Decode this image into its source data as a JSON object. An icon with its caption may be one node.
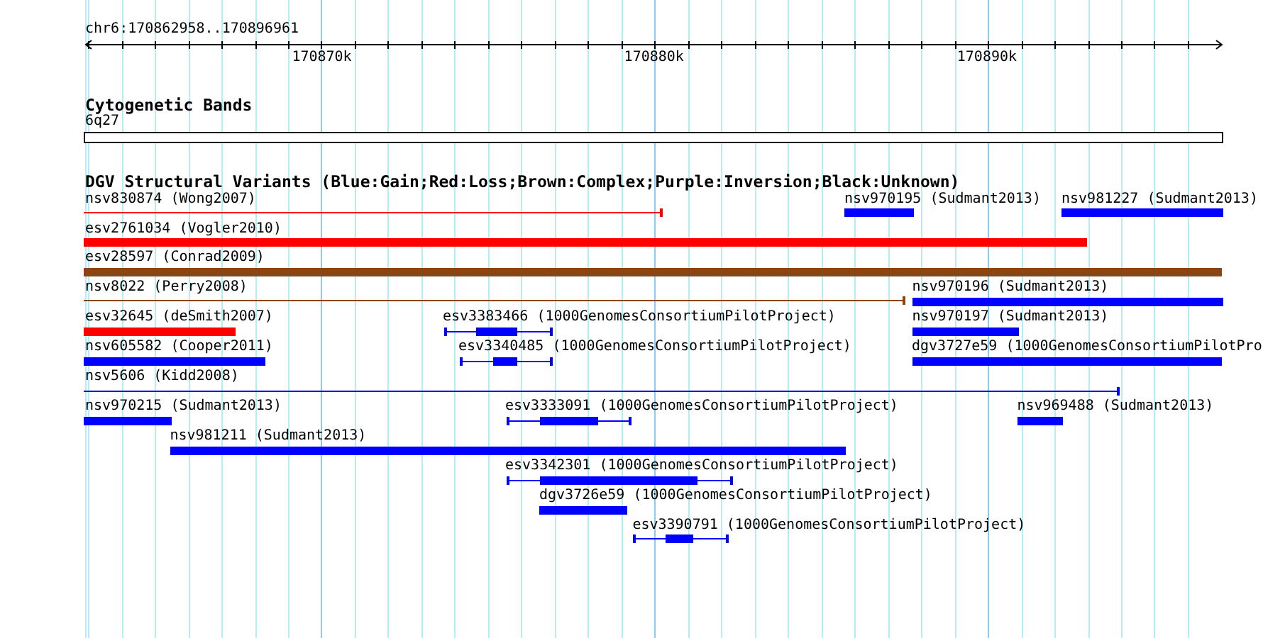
{
  "diagram": {
    "nodes": [
      {
        "text": [
          "6q27"
        ]
      },
      {
        "text": [
          "nsv830874 (Wong2007)"
        ]
      },
      {
        "text": [
          "nsv970195 (Sudmant2013)"
        ]
      },
      {
        "text": [
          "nsv981227 (Sudmant2013)"
        ]
      },
      {
        "text": [
          "esv2761034 (Vogler2010)"
        ]
      },
      {
        "text": [
          "esv28597 (Conrad2009)"
        ]
      },
      {
        "text": [
          "nsv8022 (Perry2008)"
        ]
      },
      {
        "text": [
          "nsv970196 (Sudmant2013)"
        ]
      },
      {
        "text": [
          "esv32645 (deSmith2007)"
        ]
      },
      {
        "text": [
          "esv3383466 (1000GenomesConsortiumPilotProject)"
        ]
      },
      {
        "text": [
          "nsv970197 (Sudmant2013)"
        ]
      },
      {
        "text": [
          "nsv605582 (Cooper2011)"
        ]
      },
      {
        "text": [
          "esv3340485 (1000GenomesConsortiumPilotProject)"
        ]
      },
      {
        "text": [
          "dgv3727e59 (1000GenomesConsortiumPilotPro"
        ]
      },
      {
        "text": [
          "nsv5606 (Kidd2008)"
        ]
      },
      {
        "text": [
          "nsv970215 (Sudmant2013)"
        ]
      },
      {
        "text": [
          "esv3333091 (1000GenomesConsortiumPilotProject)"
        ]
      },
      {
        "text": [
          "nsv969488 (Sudmant2013)"
        ]
      },
      {
        "text": [
          "nsv981211 (Sudmant2013)"
        ]
      },
      {
        "text": [
          "esv3342301 (1000GenomesConsortiumPilotProject)"
        ]
      },
      {
        "text": [
          "dgv3726e59 (1000GenomesConsortiumPilotProject)"
        ]
      },
      {
        "text": [
          "esv3390791 (1000GenomesConsortiumPilotProject)"
        ]
      }
    ],
    "labels": [
      "chr6:170862958..170896961",
      "170870k",
      "170880k",
      "170890k",
      "Cytogenetic Bands",
      "DGV Structural Variants (Blue:Gain;Red:Loss;Brown:Complex;Purple:Inversion;Black:Unknown)"
    ]
  }
}
